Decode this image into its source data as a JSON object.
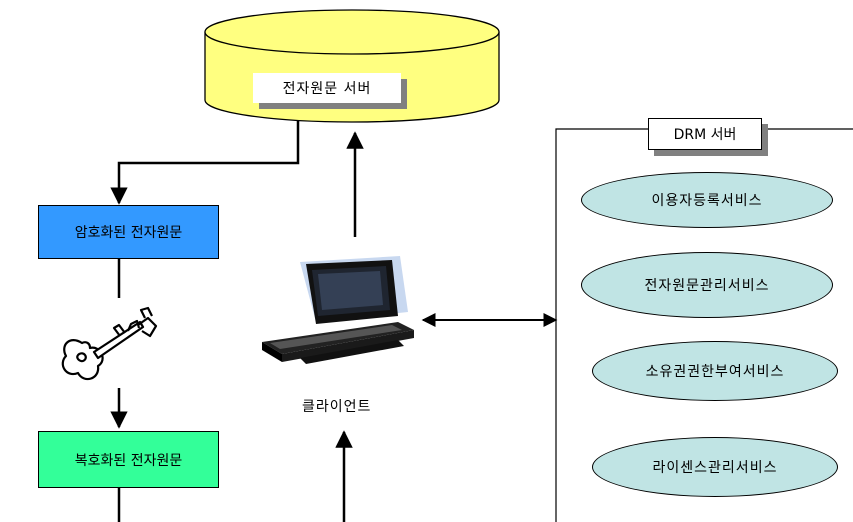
{
  "colors": {
    "db_fill": "#ffff80",
    "encrypted_fill": "#3399ff",
    "decrypted_fill": "#33ff99",
    "service_fill": "#c0e4e4",
    "line": "#000000",
    "shadow": "#808080"
  },
  "server": {
    "label": "전자원문 서버"
  },
  "encrypted_doc": {
    "label": "암호화된 전자원문"
  },
  "decrypted_doc": {
    "label": "복호화된 전자원문"
  },
  "client": {
    "label": "클라이언트"
  },
  "drm": {
    "title": "DRM 서버",
    "services": [
      "이용자등록서비스",
      "전자원문관리서비스",
      "소유권권한부여서비스",
      "라이센스관리서비스"
    ]
  },
  "icons": {
    "key": "key-icon",
    "laptop": "laptop-icon"
  }
}
